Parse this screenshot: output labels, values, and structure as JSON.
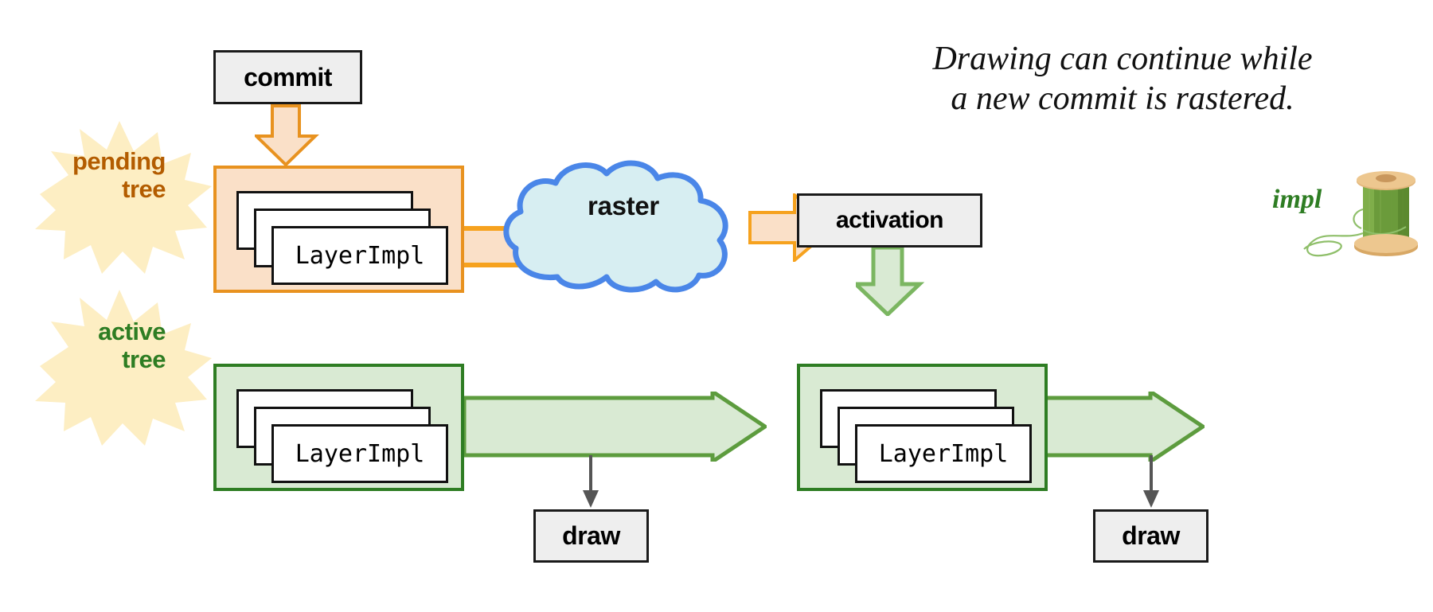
{
  "headline": {
    "line1": "Drawing can continue while",
    "line2": "a new commit is rastered."
  },
  "colors": {
    "pending_fill": "#fae0c8",
    "pending_stroke": "#e8921f",
    "active_fill": "#d9ead3",
    "active_stroke": "#2e7d23",
    "cloud_fill": "#d7eef2",
    "cloud_stroke": "#4a86e8",
    "burst_fill": "#fdeec3",
    "pending_text": "#b35c00",
    "active_text": "#2e7d23",
    "node_fill": "#eeeeee",
    "node_stroke": "#1a1a1a",
    "draw_arrow": "#555555",
    "impl_text": "#2e7d23"
  },
  "bursts": [
    {
      "name": "pending",
      "line1": "pending",
      "line2": "tree"
    },
    {
      "name": "active",
      "line1": "active",
      "line2": "tree"
    }
  ],
  "nodes": {
    "commit": "commit",
    "activation": "activation",
    "raster": "raster",
    "draw_left": "draw",
    "draw_right": "draw"
  },
  "trees": {
    "pending": {
      "card_label": "LayerImpl"
    },
    "active_left": {
      "card_label": "LayerImpl"
    },
    "active_right": {
      "card_label": "LayerImpl"
    }
  },
  "impl": {
    "label": "impl"
  }
}
